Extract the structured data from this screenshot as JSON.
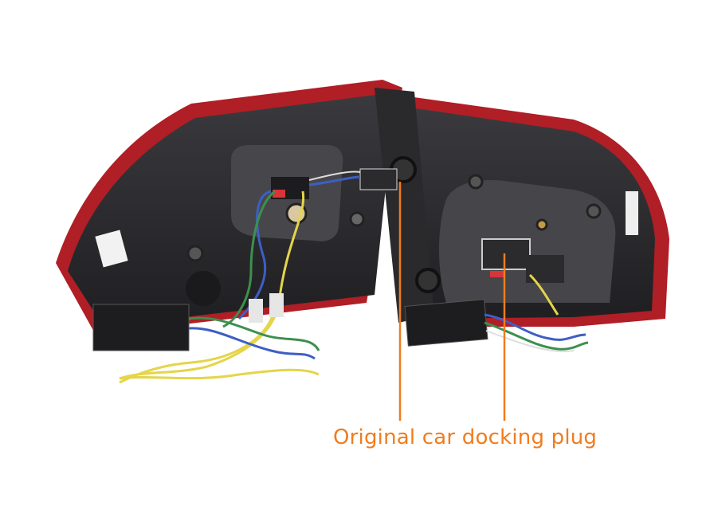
{
  "annotation": {
    "caption": "Original car docking plug",
    "color": "#f07c1e"
  },
  "colors": {
    "housing_red": "#c8222b",
    "housing_dark": "#2b2b2e",
    "foam": "#4a4a4d",
    "wire_yellow": "#e4d54a",
    "wire_green": "#3d8f4e",
    "wire_blue": "#3d5fc4"
  },
  "icons": [
    "tail-light-left-housing",
    "tail-light-right-housing",
    "control-box",
    "docking-plug"
  ]
}
